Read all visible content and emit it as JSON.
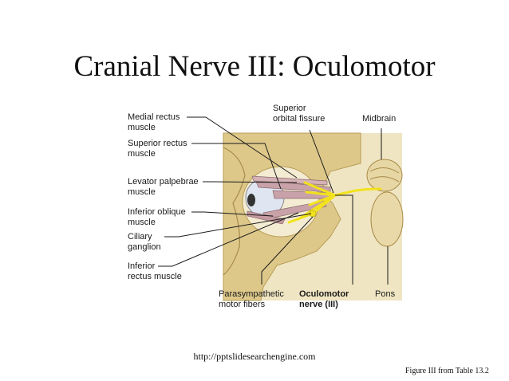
{
  "slide": {
    "title": "Cranial Nerve III: Oculomotor",
    "url": "http://pptslidesearchengine.com",
    "caption": "Figure III from Table 13.2"
  },
  "diagram": {
    "labels": {
      "medial_rectus": "Medial rectus\nmuscle",
      "superior_rectus": "Superior rectus\nmuscle",
      "levator": "Levator palpebrae\nmuscle",
      "inferior_oblique": "Inferior oblique\nmuscle",
      "ciliary": "Ciliary\nganglion",
      "inferior_rectus": "Inferior\nrectus muscle",
      "superior_orbital": "Superior\norbital fissure",
      "midbrain": "Midbrain",
      "parasympathetic": "Parasympathetic\nmotor fibers",
      "oculomotor": "Oculomotor\nnerve (III)",
      "pons": "Pons"
    },
    "colors": {
      "background_panel": "#efe5c2",
      "bone": "#ddc88a",
      "nerve": "#f2e21c",
      "muscle": "#c8a2a8",
      "eyeball": "#dfe6f2",
      "leader_line": "#1a1a1a"
    }
  }
}
